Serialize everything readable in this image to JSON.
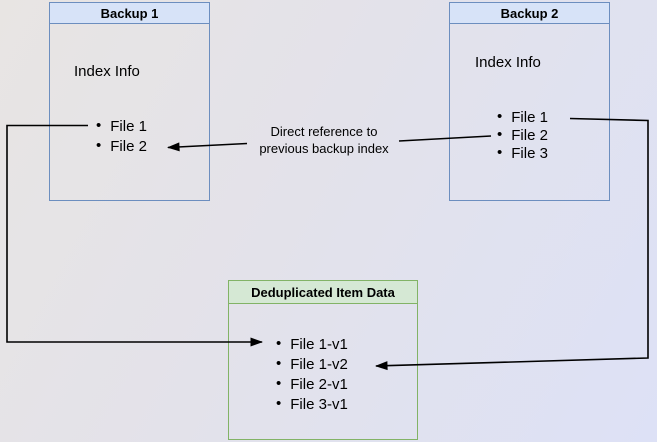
{
  "backup1": {
    "title": "Backup 1",
    "subtitle": "Index Info",
    "items": [
      "File 1",
      "File 2"
    ]
  },
  "backup2": {
    "title": "Backup 2",
    "subtitle": "Index Info",
    "items": [
      "File 1",
      "File 2",
      "File 3"
    ]
  },
  "dedup": {
    "title": "Deduplicated Item Data",
    "items": [
      "File 1-v1",
      "File 1-v2",
      "File 2-v1",
      "File 3-v1"
    ]
  },
  "annotation": {
    "line1": "Direct reference to",
    "line2": "previous backup index"
  },
  "bullet": "•",
  "colors": {
    "blue_border": "#6c8ebf",
    "blue_header_fill": "#d7e3f8",
    "green_border": "#82b366",
    "green_header_fill": "#d5e8d4",
    "arrow": "#000000",
    "background_start": "#e8e5e3",
    "background_end": "#dde1f6"
  }
}
